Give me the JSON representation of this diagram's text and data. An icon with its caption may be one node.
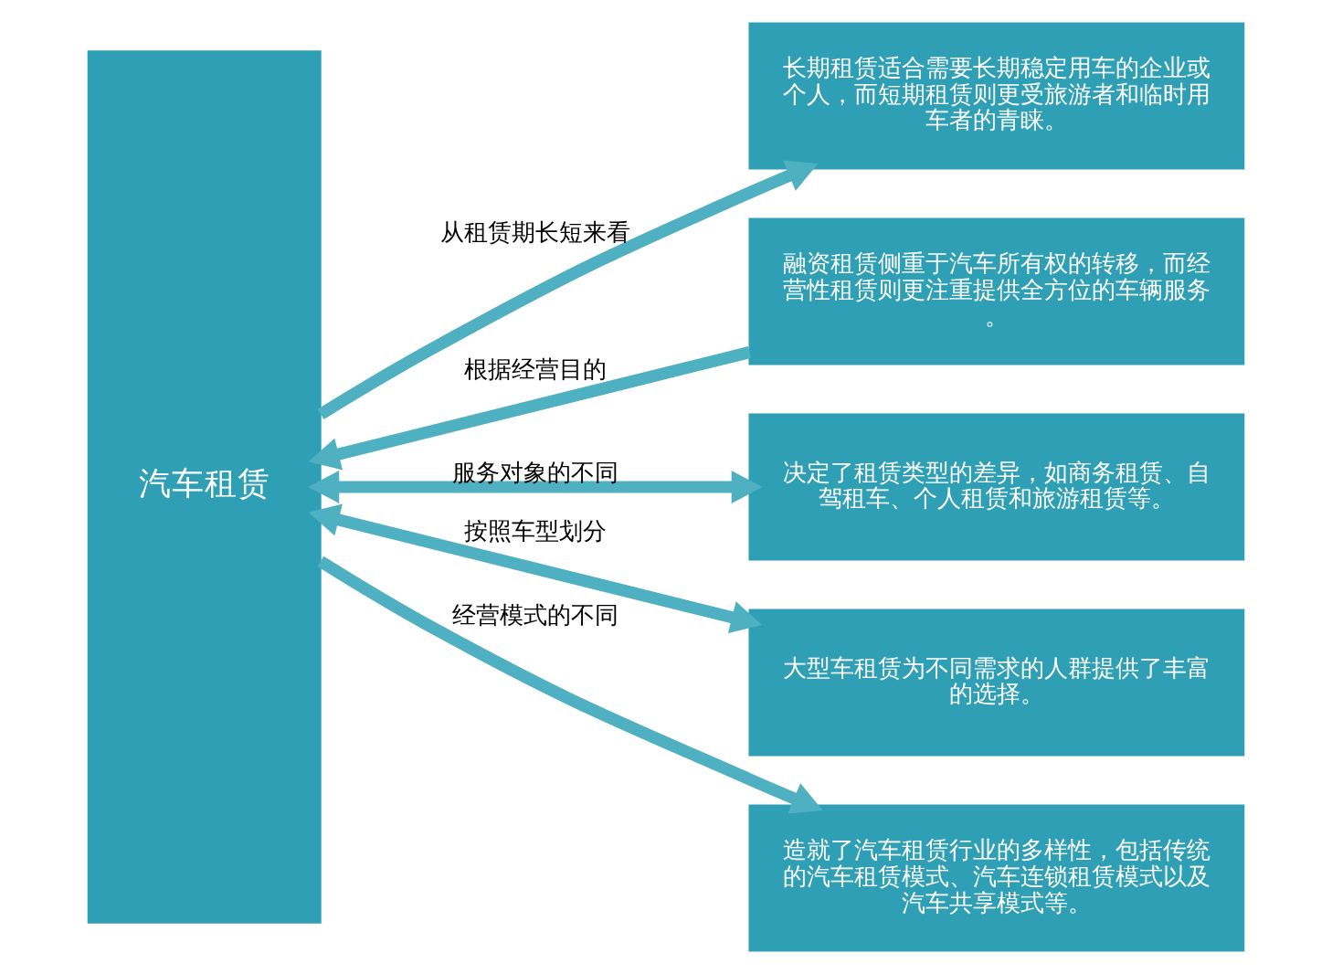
{
  "diagram": {
    "nodes": [
      {
        "text": [
          "汽车租赁"
        ]
      },
      {
        "text": [
          "长期租赁适合需要长期稳定用车的企业或个人，而短期租赁则更受旅游者和临时用车者的青睐。"
        ]
      },
      {
        "text": [
          "融资租赁侧重于汽车所有权的转移，而经营性租赁则更注重提供全方位的车辆服务。"
        ]
      },
      {
        "text": [
          "决定了租赁类型的差异，如商务租赁、自驾租车、个人租赁和旅游租赁等。"
        ]
      },
      {
        "text": [
          "大型车租赁为不同需求的人群提供了丰富的选择。"
        ]
      },
      {
        "text": [
          "造就了汽车租赁行业的多样性，包括传统的汽车租赁模式、汽车连锁租赁模式以及汽车共享模式等。"
        ]
      }
    ],
    "edges": [
      {
        "from": 0,
        "to": 1,
        "arrow": "to",
        "label": "从租赁期长短来看"
      },
      {
        "from": 2,
        "to": 0,
        "arrow": "to",
        "label": "根据经营目的"
      },
      {
        "from": 0,
        "to": 3,
        "arrow": "both",
        "label": "服务对象的不同"
      },
      {
        "from": 0,
        "to": 4,
        "arrow": "both",
        "label": "按照车型划分"
      },
      {
        "from": 0,
        "to": 5,
        "arrow": "to",
        "label": "经营模式的不同"
      }
    ]
  }
}
